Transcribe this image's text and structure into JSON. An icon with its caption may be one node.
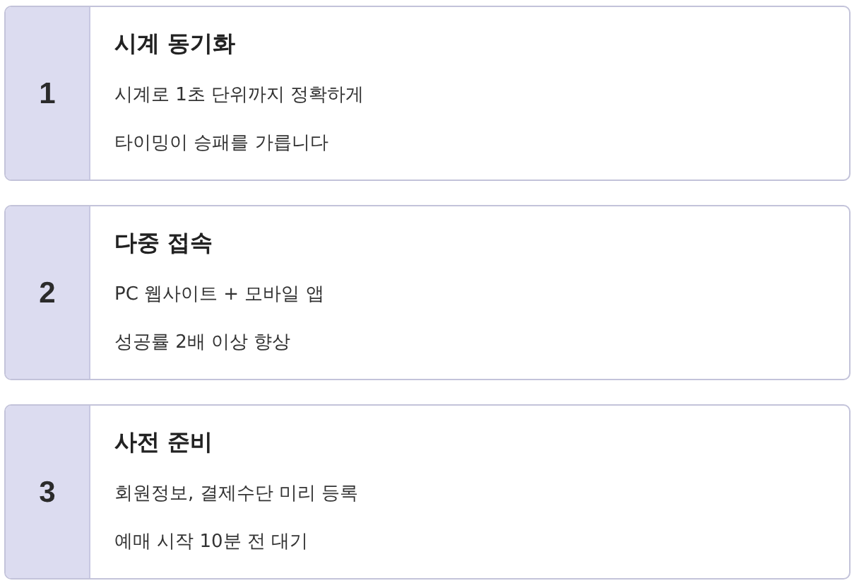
{
  "diagram": {
    "nodes": [
      {
        "text": [
          "시계 동기화",
          "시계로 1초 단위까지 정확하게",
          "타이밍이 승패를 가릅니다"
        ]
      },
      {
        "text": [
          "1"
        ],
        "in": 0
      },
      {
        "text": [
          "다중 접속",
          "PC 웹사이트 + 모바일 앱",
          "성공률 2배 이상 향상"
        ]
      },
      {
        "text": [
          "2"
        ],
        "in": 2
      },
      {
        "text": [
          "사전 준비",
          "회원정보, 결제수단 미리 등록",
          "예매 시작 10분 전 대기"
        ]
      },
      {
        "text": [
          "3"
        ],
        "in": 4
      }
    ]
  }
}
